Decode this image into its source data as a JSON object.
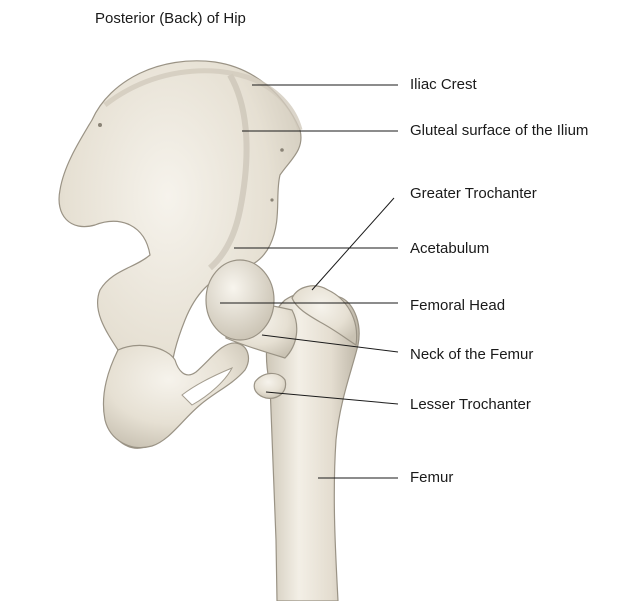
{
  "title": "Posterior (Back) of Hip",
  "labels": {
    "iliac_crest": "Iliac Crest",
    "gluteal_surface": "Gluteal surface of the Ilium",
    "greater_trochanter": "Greater Trochanter",
    "acetabulum": "Acetabulum",
    "femoral_head": "Femoral Head",
    "neck_of_femur": "Neck of the Femur",
    "lesser_trochanter": "Lesser Trochanter",
    "femur": "Femur"
  },
  "colors": {
    "bone": "#ece7dc",
    "bone_shadow": "#b8b1a3",
    "bone_outline": "#8f897d",
    "leader_line": "#1a1a1a",
    "text": "#1a1a1a"
  }
}
